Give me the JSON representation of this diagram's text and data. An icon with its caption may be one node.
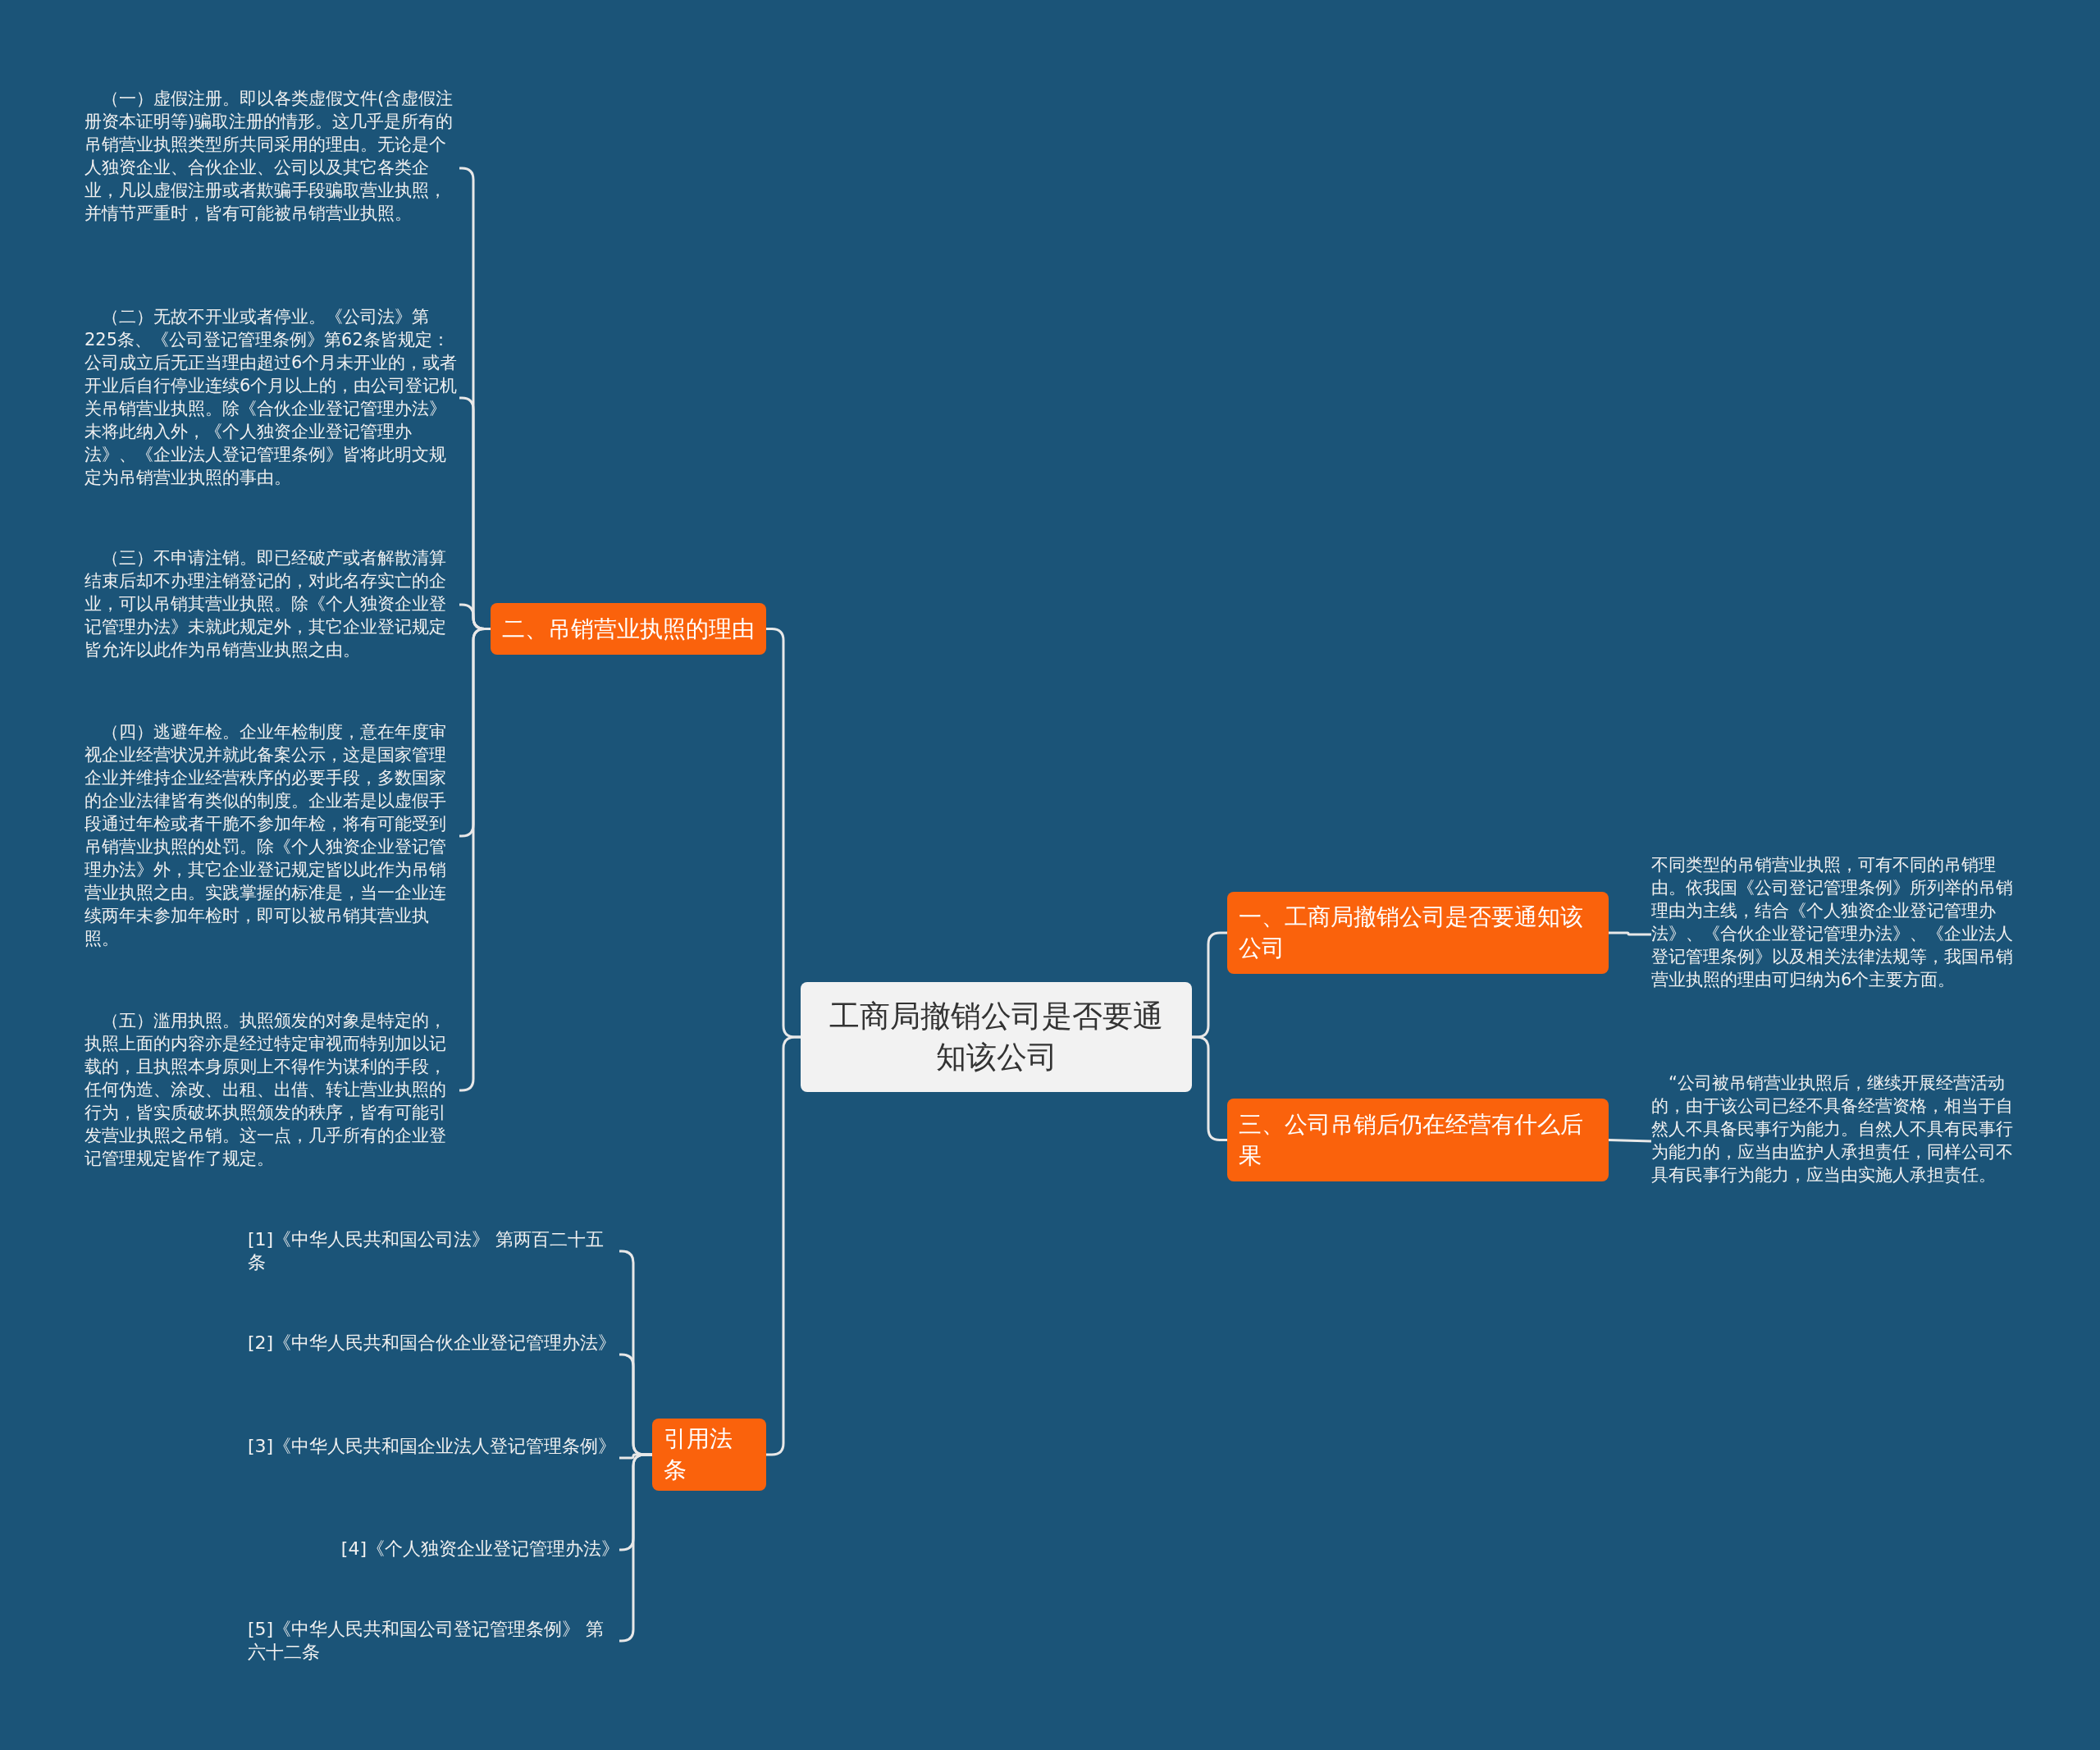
{
  "diagram": {
    "nodes": [
      {
        "text": [
          "工商局撤销公司是否要通知该公司"
        ]
      },
      {
        "text": [
          "一、工商局撤销公司是否要通知该公司"
        ]
      },
      {
        "text": [
          "不同类型的吊销营业执照，可有不同的吊销理由。依我国《公司登记管理条例》所列举的吊销理由为主线，结合《个人独资企业登记管理办法》、《合伙企业登记管理办法》、《企业法人登记管理条例》以及相关法律法规等，我国吊销营业执照的理由可归纳为6个主要方面。"
        ]
      },
      {
        "text": [
          "三、公司吊销后仍在经营有什么后果"
        ]
      },
      {
        "text": [
          "“公司被吊销营业执照后，继续开展经营活动的，由于该公司已经不具备经营资格，相当于自然人不具备民事行为能力。自然人不具有民事行为能力的，应当由监护人承担责任，同样公司不具有民事行为能力，应当由实施人承担责任。"
        ]
      },
      {
        "text": [
          "二、吊销营业执照的理由"
        ]
      },
      {
        "text": [
          "（一）虚假注册。即以各类虚假文件(含虚假注册资本证明等)骗取注册的情形。这几乎是所有的吊销营业执照类型所共同采用的理由。无论是个人独资企业、合伙企业、公司以及其它各类企业，凡以虚假注册或者欺骗手段骗取营业执照，并情节严重时，皆有可能被吊销营业执照。"
        ]
      },
      {
        "text": [
          "（二）无故不开业或者停业。《公司法》第225条、《公司登记管理条例》第62条皆规定：公司成立后无正当理由超过6个月未开业的，或者开业后自行停业连续6个月以上的，由公司登记机关吊销营业执照。除《合伙企业登记管理办法》未将此纳入外，《个人独资企业登记管理办法》、《企业法人登记管理条例》皆将此明文规定为吊销营业执照的事由。"
        ]
      },
      {
        "text": [
          "（三）不申请注销。即已经破产或者解散清算结束后却不办理注销登记的，对此名存实亡的企业，可以吊销其营业执照。除《个人独资企业登记管理办法》未就此规定外，其它企业登记规定皆允许以此作为吊销营业执照之由。"
        ]
      },
      {
        "text": [
          "（四）逃避年检。企业年检制度，意在年度审视企业经营状况并就此备案公示，这是国家管理企业并维持企业经营秩序的必要手段，多数国家的企业法律皆有类似的制度。企业若是以虚假手段通过年检或者干脆不参加年检，将有可能受到吊销营业执照的处罚。除《个人独资企业登记管理办法》外，其它企业登记规定皆以此作为吊销营业执照之由。实践掌握的标准是，当一企业连续两年未参加年检时，即可以被吊销其营业执照。"
        ]
      },
      {
        "text": [
          "（五）滥用执照。执照颁发的对象是特定的，执照上面的内容亦是经过特定审视而特别加以记载的，且执照本身原则上不得作为谋利的手段，任何伪造、涂改、出租、出借、转让营业执照的行为，皆实质破坏执照颁发的秩序，皆有可能引发营业执照之吊销。这一点，几乎所有的企业登记管理规定皆作了规定。"
        ]
      },
      {
        "text": [
          "引用法条"
        ]
      },
      {
        "text": [
          "[1]《中华人民共和国公司法》 第两百二十五条"
        ]
      },
      {
        "text": [
          "[2]《中华人民共和国合伙企业登记管理办法》"
        ]
      },
      {
        "text": [
          "[3]《中华人民共和国企业法人登记管理条例》"
        ]
      },
      {
        "text": [
          "[4]《个人独资企业登记管理办法》"
        ]
      },
      {
        "text": [
          "[5]《中华人民共和国公司登记管理条例》 第六十二条"
        ]
      }
    ],
    "edges": [
      {
        "from": 0,
        "to": 1,
        "arrow": "none"
      },
      {
        "from": 0,
        "to": 3,
        "arrow": "none"
      },
      {
        "from": 0,
        "to": 5,
        "arrow": "none"
      },
      {
        "from": 0,
        "to": 11,
        "arrow": "none"
      },
      {
        "from": 1,
        "to": 2,
        "arrow": "none"
      },
      {
        "from": 3,
        "to": 4,
        "arrow": "none"
      },
      {
        "from": 5,
        "to": 6,
        "arrow": "none"
      },
      {
        "from": 5,
        "to": 7,
        "arrow": "none"
      },
      {
        "from": 5,
        "to": 8,
        "arrow": "none"
      },
      {
        "from": 5,
        "to": 9,
        "arrow": "none"
      },
      {
        "from": 5,
        "to": 10,
        "arrow": "none"
      },
      {
        "from": 11,
        "to": 12,
        "arrow": "none"
      },
      {
        "from": 11,
        "to": 13,
        "arrow": "none"
      },
      {
        "from": 11,
        "to": 14,
        "arrow": "none"
      },
      {
        "from": 11,
        "to": 15,
        "arrow": "none"
      },
      {
        "from": 11,
        "to": 16,
        "arrow": "none"
      }
    ]
  }
}
